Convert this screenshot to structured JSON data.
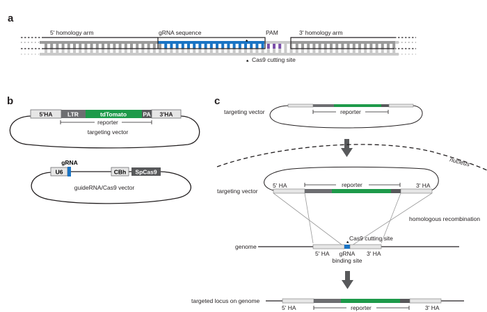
{
  "panels": {
    "a": "a",
    "b": "b",
    "c": "c"
  },
  "colors": {
    "grna_blue": "#1a74c4",
    "pam_purple": "#7a4ea8",
    "dna_gray": "#9a9a9a",
    "dna_light": "#c9c9c9",
    "reporter_green": "#1e9a4a",
    "ltr_dark": "#6d6e71",
    "ha_light": "#e6e6e6",
    "arrow": "#58595b"
  },
  "panel_a": {
    "five_arm": "5' homology arm",
    "grna_seq": "gRNA sequence",
    "pam": "PAM",
    "three_arm": "3' homology arm",
    "cut_star": "*",
    "cut_label": "Cas9 cutting site"
  },
  "panel_b": {
    "targeting": {
      "segments": [
        "5'HA",
        "LTR",
        "tdTomato",
        "PA",
        "3'HA"
      ],
      "reporter": "reporter",
      "name": "targeting vector"
    },
    "guide": {
      "grna": "gRNA",
      "u6": "U6",
      "cbh": "CBh",
      "spcas9": "SpCas9",
      "name": "guideRNA/Cas9 vector"
    }
  },
  "panel_c": {
    "top_vector_label": "targeting vector",
    "reporter": "reporter",
    "nucleus": "nucleus",
    "vector_label": "targeting vector",
    "five_ha": "5' HA",
    "three_ha": "3' HA",
    "hr": "homologous recombination",
    "cut_label": "Cas9 cutting site",
    "star": "*",
    "genome": "genome",
    "g_five_ha": "5' HA",
    "g_grna": "gRNA",
    "g_binding": "binding site",
    "g_three_ha": "3' HA",
    "locus_label": "targeted locus on genome",
    "l_five_ha": "5' HA",
    "l_reporter": "reporter",
    "l_three_ha": "3' HA"
  }
}
